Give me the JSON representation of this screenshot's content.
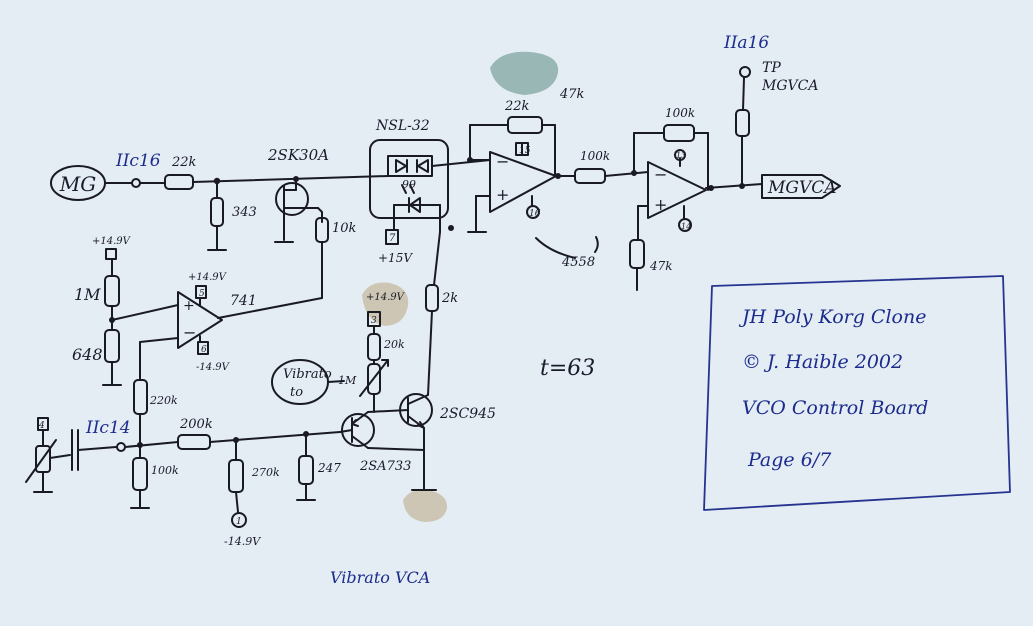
{
  "colors": {
    "paper": "#e4ecf4",
    "ink": "#1a1a22",
    "blue_ink": "#24348f",
    "smudge_green": "#7fa5a0",
    "smudge_tan": "#c4b69a"
  },
  "labels": {
    "mg": "MG",
    "iic16": "IIc16",
    "r22k_in": "22k",
    "fet": "2SK30A",
    "r343": "343",
    "r10k": "10k",
    "nsl": "NSL-32",
    "opto_pin": "99",
    "p15v": "+15V",
    "r2k": "2k",
    "r22k_fb": "22k",
    "r47k_top": "47k",
    "pin15": "15",
    "pin16": "16",
    "ic4558": "4558",
    "r100k_mid": "100k",
    "r100k_fb": "100k",
    "pin13": "13",
    "pin14": "14",
    "r47k_gnd": "47k",
    "iia16": "IIa16",
    "tp": "TP",
    "mgvca_tp": "MGVCA",
    "mgvca_out": "MGVCA",
    "v_top": "+14.9V",
    "r1m": "1M",
    "pin5": "5",
    "pin6": "6",
    "v_plus_741": "+14.9V",
    "ic741": "741",
    "v_minus_741": "-14.9V",
    "r648": "648",
    "r220k": "220k",
    "v_trim": "+14.9V",
    "pin3": "3",
    "r20k": "20k",
    "vibrato_to": "Vibrato",
    "r1m_trim": "1M",
    "ref_t": "t=63",
    "iic14": "IIc14",
    "pin4": "4",
    "r200k": "200k",
    "r100k_gnd": "100k",
    "r270k": "270k",
    "pin1": "1",
    "v_minus_bot": "-14.9V",
    "r247": "247",
    "q2sc945": "2SC945",
    "q2sa733": "2SA733",
    "caption": "Vibrato VCA"
  },
  "titleblock": {
    "line1": "JH Poly Korg Clone",
    "line2": "© J. Haible 2002",
    "line3": "VCO Control Board",
    "line4": "Page 6/7"
  }
}
